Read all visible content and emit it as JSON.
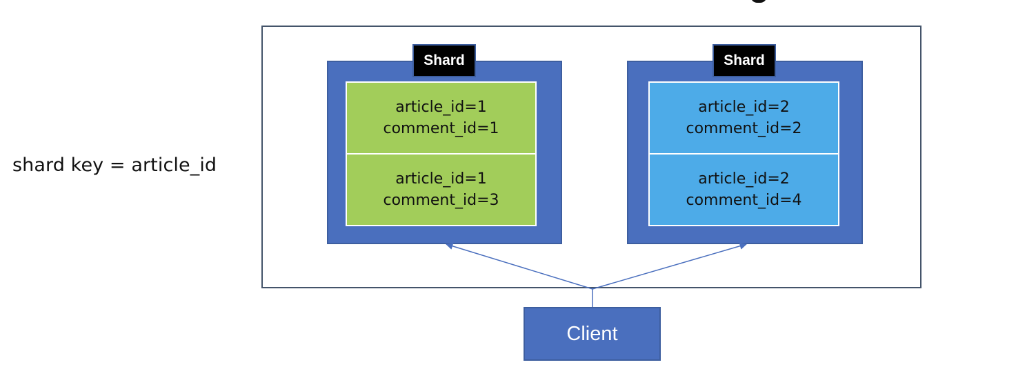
{
  "shard_key_label": "shard key = article_id",
  "shards": [
    {
      "tag": "Shard",
      "color": "#a2cd5a",
      "records": [
        {
          "line1": "article_id=1",
          "line2": "comment_id=1"
        },
        {
          "line1": "article_id=1",
          "line2": "comment_id=3"
        }
      ]
    },
    {
      "tag": "Shard",
      "color": "#4dabe8",
      "records": [
        {
          "line1": "article_id=2",
          "line2": "comment_id=2"
        },
        {
          "line1": "article_id=2",
          "line2": "comment_id=4"
        }
      ]
    }
  ],
  "client": {
    "label": "Client"
  },
  "colors": {
    "shard_container": "#4a6fbe",
    "tag_background": "#000000",
    "connector": "#4a6fbe",
    "frame_border": "#44546a"
  }
}
